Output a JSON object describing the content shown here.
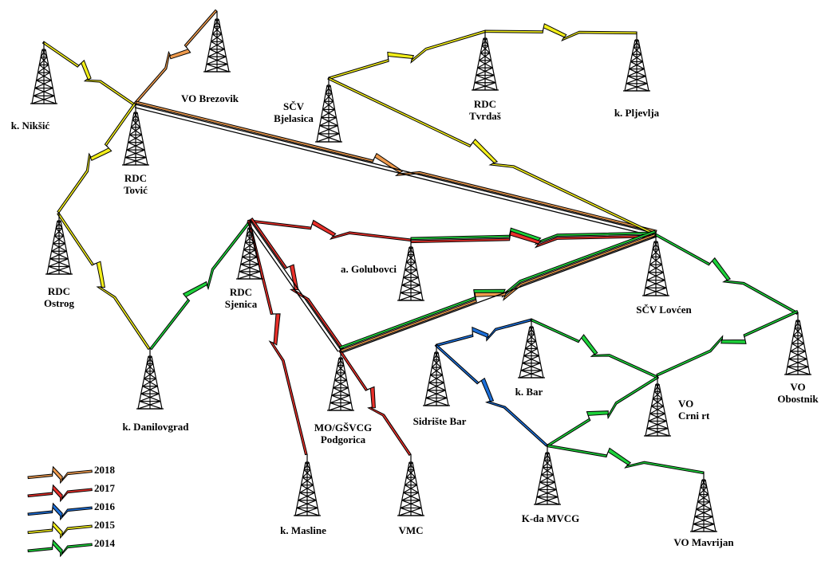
{
  "colors": {
    "2018": "#ee9a4d",
    "2017": "#e8302a",
    "2016": "#1d6fd8",
    "2015": "#f2ee1a",
    "2014": "#1dd13a",
    "line": "#000000"
  },
  "legend": [
    {
      "year": "2018",
      "label": "2018"
    },
    {
      "year": "2017",
      "label": "2017"
    },
    {
      "year": "2016",
      "label": "2016"
    },
    {
      "year": "2015",
      "label": "2015"
    },
    {
      "year": "2014",
      "label": "2014"
    }
  ],
  "nodes": [
    {
      "id": "niksic",
      "label": [
        "k. Nikšić"
      ]
    },
    {
      "id": "brezovik",
      "label": [
        "VO Brezovik"
      ]
    },
    {
      "id": "tovic",
      "label": [
        "RDC",
        "Tović"
      ]
    },
    {
      "id": "bjelasica",
      "label": [
        "SČV",
        "Bjelasica"
      ]
    },
    {
      "id": "tvrdas",
      "label": [
        "RDC",
        "Tvrdaš"
      ]
    },
    {
      "id": "pljevlja",
      "label": [
        "k. Pljevlja"
      ]
    },
    {
      "id": "ostrog",
      "label": [
        "RDC",
        "Ostrog"
      ]
    },
    {
      "id": "sjenica",
      "label": [
        "RDC",
        "Sjenica"
      ]
    },
    {
      "id": "golubovci",
      "label": [
        "a. Golubovci"
      ]
    },
    {
      "id": "lovcen",
      "label": [
        "SČV Lovćen"
      ]
    },
    {
      "id": "danilovgrad",
      "label": [
        "k. Danilovgrad"
      ]
    },
    {
      "id": "podgorica",
      "label": [
        "MO/GŠVCG",
        "Podgorica"
      ]
    },
    {
      "id": "sidriste",
      "label": [
        "Sidrište Bar"
      ]
    },
    {
      "id": "bar",
      "label": [
        "k. Bar"
      ]
    },
    {
      "id": "crnirt",
      "label": [
        "VO",
        "Crni rt"
      ]
    },
    {
      "id": "obostnik",
      "label": [
        "VO",
        "Obostnik"
      ]
    },
    {
      "id": "masline",
      "label": [
        "k. Masline"
      ]
    },
    {
      "id": "vmc",
      "label": [
        "VMC"
      ]
    },
    {
      "id": "kdamvcg",
      "label": [
        "K-da MVCG"
      ]
    },
    {
      "id": "mavrijan",
      "label": [
        "VO Mavrijan"
      ]
    }
  ],
  "links": [
    {
      "from": "niksic",
      "to": "tovic",
      "years": [
        "2015"
      ]
    },
    {
      "from": "brezovik",
      "to": "tovic",
      "years": [
        "2018"
      ]
    },
    {
      "from": "tovic",
      "to": "ostrog",
      "years": [
        "2015"
      ]
    },
    {
      "from": "tovic",
      "to": "lovcen",
      "years": [
        "2018"
      ],
      "multi": 3
    },
    {
      "from": "bjelasica",
      "to": "tvrdas",
      "years": [
        "2015"
      ]
    },
    {
      "from": "tvrdas",
      "to": "pljevlja",
      "years": [
        "2015"
      ]
    },
    {
      "from": "bjelasica",
      "to": "lovcen",
      "years": [
        "2015"
      ]
    },
    {
      "from": "ostrog",
      "to": "danilovgrad",
      "years": [
        "2015"
      ]
    },
    {
      "from": "danilovgrad",
      "to": "sjenica",
      "years": [
        "2014"
      ]
    },
    {
      "from": "sjenica",
      "to": "golubovci",
      "years": [
        "2017"
      ]
    },
    {
      "from": "golubovci",
      "to": "lovcen",
      "years": [
        "2014",
        "2017"
      ]
    },
    {
      "from": "sjenica",
      "to": "podgorica",
      "years": [
        "2017"
      ],
      "multi": 3
    },
    {
      "from": "sjenica",
      "to": "masline",
      "years": [
        "2017"
      ]
    },
    {
      "from": "podgorica",
      "to": "vmc",
      "years": [
        "2017"
      ]
    },
    {
      "from": "podgorica",
      "to": "lovcen",
      "years": [
        "2014",
        "2018"
      ],
      "multi": 3
    },
    {
      "from": "lovcen",
      "to": "obostnik",
      "years": [
        "2014"
      ]
    },
    {
      "from": "sidriste",
      "to": "bar",
      "years": [
        "2016"
      ]
    },
    {
      "from": "sidriste",
      "to": "kdamvcg",
      "years": [
        "2016"
      ]
    },
    {
      "from": "bar",
      "to": "crnirt",
      "years": [
        "2014"
      ]
    },
    {
      "from": "obostnik",
      "to": "crnirt",
      "years": [
        "2014"
      ]
    },
    {
      "from": "kdamvcg",
      "to": "crnirt",
      "years": [
        "2014"
      ]
    },
    {
      "from": "kdamvcg",
      "to": "mavrijan",
      "years": [
        "2014"
      ]
    }
  ]
}
